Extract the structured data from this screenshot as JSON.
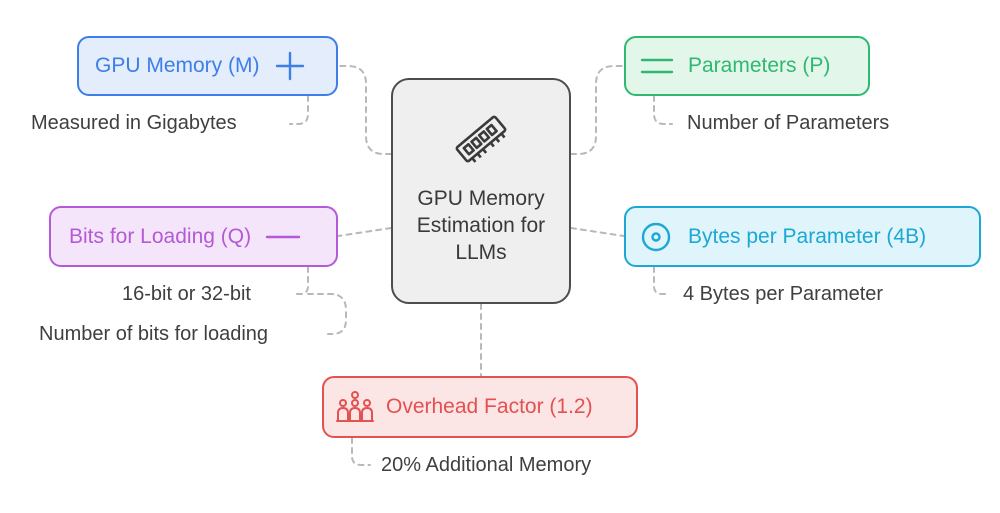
{
  "center": {
    "title": "GPU Memory Estimation for LLMs",
    "icon": "memory-chip-icon"
  },
  "nodes": {
    "gpu_memory": {
      "label": "GPU Memory (M)",
      "caption": "Measured in Gigabytes",
      "icon": "plus-icon",
      "color": "#3e7ee8",
      "bg": "#e3edfb"
    },
    "parameters": {
      "label": "Parameters (P)",
      "caption": "Number of Parameters",
      "icon": "equals-icon",
      "color": "#2fb870",
      "bg": "#e3f6ea"
    },
    "bits_loading": {
      "label": "Bits for Loading (Q)",
      "caption_1": "16-bit or 32-bit",
      "caption_2": "Number of bits for loading",
      "icon": "minus-icon",
      "color": "#b55ad6",
      "bg": "#f4e5fa"
    },
    "bytes_param": {
      "label": "Bytes per Parameter (4B)",
      "caption": "4 Bytes per Parameter",
      "icon": "circle-dot-icon",
      "color": "#1ba8d4",
      "bg": "#e0f4fb"
    },
    "overhead": {
      "label": "Overhead Factor (1.2)",
      "caption": "20% Additional Memory",
      "icon": "people-group-icon",
      "color": "#e45151",
      "bg": "#fbe5e5"
    }
  },
  "connector_color": "#b8b8b8"
}
